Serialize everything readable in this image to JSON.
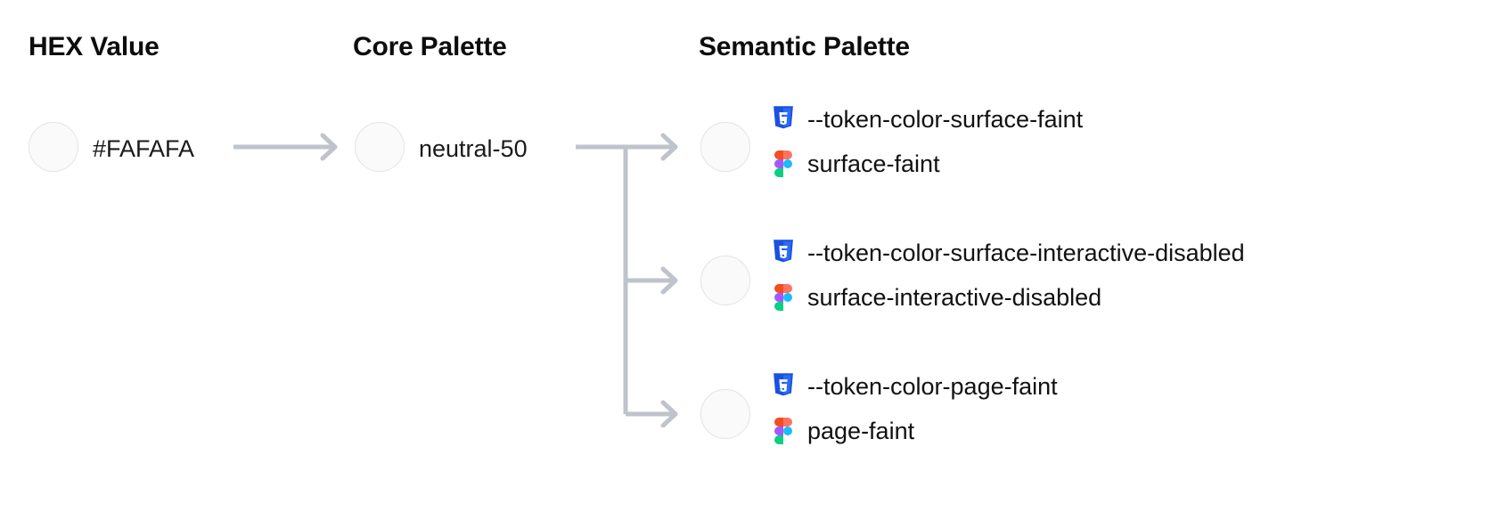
{
  "columns": {
    "hex": {
      "heading": "HEX Value"
    },
    "core": {
      "heading": "Core Palette"
    },
    "semantic": {
      "heading": "Semantic Palette"
    }
  },
  "hex": {
    "value": "#FAFAFA",
    "swatch_color": "#FAFAFA"
  },
  "core": {
    "value": "neutral-50",
    "swatch_color": "#FAFAFA"
  },
  "semantic": {
    "tokens": [
      {
        "css_variable": "--token-color-surface-faint",
        "figma_name": "surface-faint",
        "swatch_color": "#FAFAFA"
      },
      {
        "css_variable": "--token-color-surface-interactive-disabled",
        "figma_name": "surface-interactive-disabled",
        "swatch_color": "#FAFAFA"
      },
      {
        "css_variable": "--token-color-page-faint",
        "figma_name": "page-faint",
        "swatch_color": "#FAFAFA"
      }
    ]
  },
  "icons": {
    "css3": "css3-icon",
    "figma": "figma-icon",
    "arrow": "arrow-right-icon"
  },
  "colors": {
    "background": "#FFFFFF",
    "heading_text": "#0D0D0D",
    "body_text": "#111111",
    "swatch_border": "#E3E3E6",
    "arrow": "#BFC3CB",
    "css3_blue": "#1A51E0",
    "figma_orange": "#F24E1E",
    "figma_salmon": "#FF7262",
    "figma_purple": "#A259FF",
    "figma_cyan": "#1ABCFE",
    "figma_green": "#0ACF83"
  }
}
